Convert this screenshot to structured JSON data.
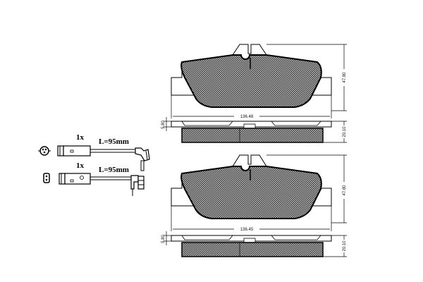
{
  "diagram": {
    "type": "technical-drawing",
    "subject": "brake pad set with wear sensors",
    "colors": {
      "line": "#000000",
      "background": "#ffffff",
      "friction_hatch": "#555555"
    }
  },
  "sensors": [
    {
      "quantity": "1x",
      "length": "L=95mm",
      "connector": "round-3pin"
    },
    {
      "quantity": "1x",
      "length": "L=95mm",
      "connector": "flat-2pin"
    }
  ],
  "pads": [
    {
      "position": "top",
      "width": "136.48",
      "height": "47.80",
      "thickness": "20.10",
      "backing_plate": "5.80"
    },
    {
      "position": "bottom",
      "width": "136.45",
      "height": "47.80",
      "thickness": "20.10",
      "backing_plate": "5.80"
    }
  ]
}
